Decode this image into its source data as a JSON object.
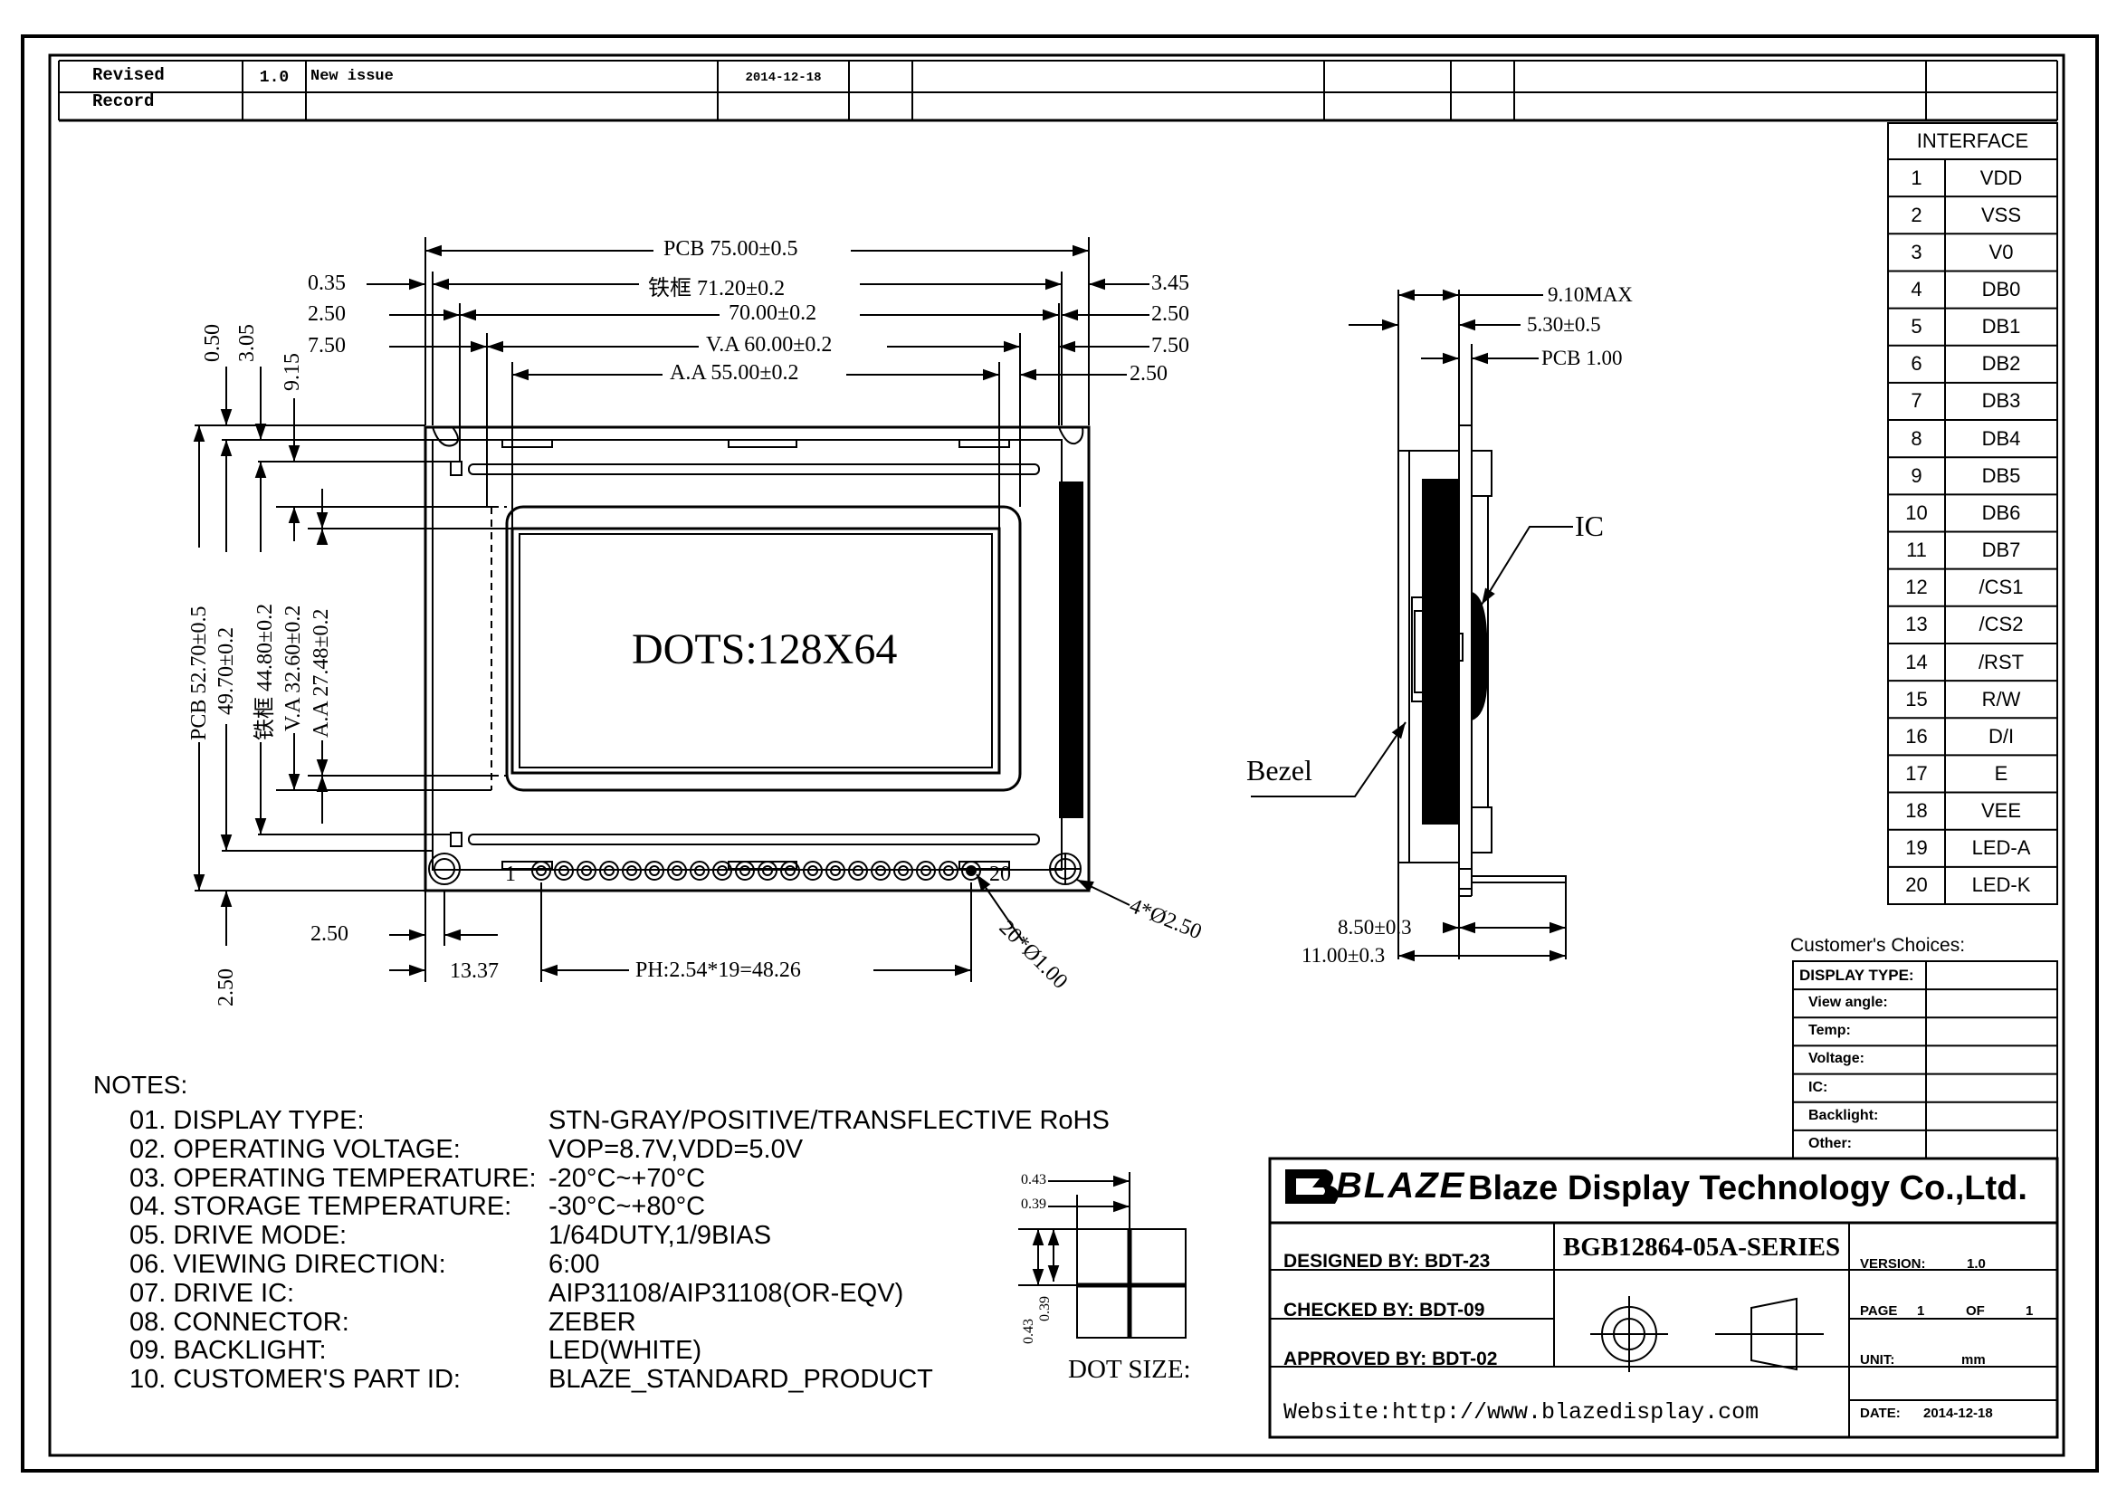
{
  "revision": {
    "label_line1": "Revised",
    "label_line2": "Record",
    "version": "1.0",
    "description": "New issue",
    "date": "2014-12-18"
  },
  "interface": {
    "title": "INTERFACE",
    "pins": [
      {
        "no": "1",
        "name": "VDD"
      },
      {
        "no": "2",
        "name": "VSS"
      },
      {
        "no": "3",
        "name": "V0"
      },
      {
        "no": "4",
        "name": "DB0"
      },
      {
        "no": "5",
        "name": "DB1"
      },
      {
        "no": "6",
        "name": "DB2"
      },
      {
        "no": "7",
        "name": "DB3"
      },
      {
        "no": "8",
        "name": "DB4"
      },
      {
        "no": "9",
        "name": "DB5"
      },
      {
        "no": "10",
        "name": "DB6"
      },
      {
        "no": "11",
        "name": "DB7"
      },
      {
        "no": "12",
        "name": "/CS1"
      },
      {
        "no": "13",
        "name": "/CS2"
      },
      {
        "no": "14",
        "name": "/RST"
      },
      {
        "no": "15",
        "name": "R/W"
      },
      {
        "no": "16",
        "name": "D/I"
      },
      {
        "no": "17",
        "name": "E"
      },
      {
        "no": "18",
        "name": "VEE"
      },
      {
        "no": "19",
        "name": "LED-A"
      },
      {
        "no": "20",
        "name": "LED-K"
      }
    ]
  },
  "dimensions": {
    "top": {
      "pcb": "PCB 75.00±0.5",
      "bezel": "铁框 71.20±0.2",
      "d70": "70.00±0.2",
      "va": "V.A 60.00±0.2",
      "aa": "A.A 55.00±0.2",
      "l035": "0.35",
      "l250": "2.50",
      "l750": "7.50",
      "r345": "3.45",
      "r250a": "2.50",
      "r750": "7.50",
      "r250b": "2.50"
    },
    "left": {
      "v050": "0.50",
      "v305": "3.05",
      "v915": "9.15",
      "pcb": "PCB 52.70±0.5",
      "d4970": "49.70±0.2",
      "bezel": "铁框 44.80±0.2",
      "va": "V.A 32.60±0.2",
      "aa": "A.A 27.48±0.2"
    },
    "bottom": {
      "b250": "2.50",
      "b1337": "13.37",
      "ph": "PH:2.54*19=48.26",
      "b250v": "2.50",
      "pins": "20*Ø1.00",
      "holes": "4*Ø2.50",
      "pin1": "1",
      "pin20": "20"
    },
    "dots_label": "DOTS:128X64",
    "side": {
      "max": "9.10MAX",
      "d530": "5.30±0.5",
      "pcb": "PCB 1.00",
      "ic": "IC",
      "bezel": "Bezel",
      "d850": "8.50±0.3",
      "d1100": "11.00±0.3"
    },
    "dot": {
      "a": "0.43",
      "b": "0.39",
      "c": "0.43",
      "d": "0.39",
      "label": "DOT SIZE:"
    }
  },
  "notes": {
    "title": "NOTES:",
    "items": [
      {
        "key": "01. DISPLAY TYPE:",
        "value": "STN-GRAY/POSITIVE/TRANSFLECTIVE RoHS"
      },
      {
        "key": "02. OPERATING VOLTAGE:",
        "value": "VOP=8.7V,VDD=5.0V"
      },
      {
        "key": "03. OPERATING TEMPERATURE:",
        "value": "-20°C~+70°C"
      },
      {
        "key": "04. STORAGE TEMPERATURE:",
        "value": "-30°C~+80°C"
      },
      {
        "key": "05. DRIVE MODE:",
        "value": "1/64DUTY,1/9BIAS"
      },
      {
        "key": "06. VIEWING DIRECTION:",
        "value": "6:00"
      },
      {
        "key": "07. DRIVE IC:",
        "value": "AIP31108/AIP31108(OR-EQV)"
      },
      {
        "key": "08. CONNECTOR:",
        "value": "ZEBER"
      },
      {
        "key": "09. BACKLIGHT:",
        "value": "LED(WHITE)"
      },
      {
        "key": "10. CUSTOMER'S PART ID:",
        "value": "BLAZE_STANDARD_PRODUCT"
      }
    ]
  },
  "customer": {
    "title": "Customer's Choices:",
    "rows": [
      "DISPLAY TYPE:",
      "View angle:",
      "Temp:",
      "Voltage:",
      "IC:",
      "Backlight:",
      "Other:"
    ]
  },
  "title_block": {
    "logo": "BLAZE",
    "company": "Blaze Display Technology Co.,Ltd.",
    "designed": "DESIGNED BY: BDT-23",
    "checked": "CHECKED BY: BDT-09",
    "approved": "APPROVED BY: BDT-02",
    "part": "BGB12864-05A-SERIES",
    "version_label": "VERSION:",
    "version": "1.0",
    "page_label": "PAGE",
    "page": "1",
    "of_label": "OF",
    "of": "1",
    "unit_label": "UNIT:",
    "unit": "mm",
    "date_label": "DATE:",
    "date": "2014-12-18",
    "website": "Website:http://www.blazedisplay.com"
  },
  "colors": {
    "ink": "#000000",
    "paper": "#ffffff"
  }
}
